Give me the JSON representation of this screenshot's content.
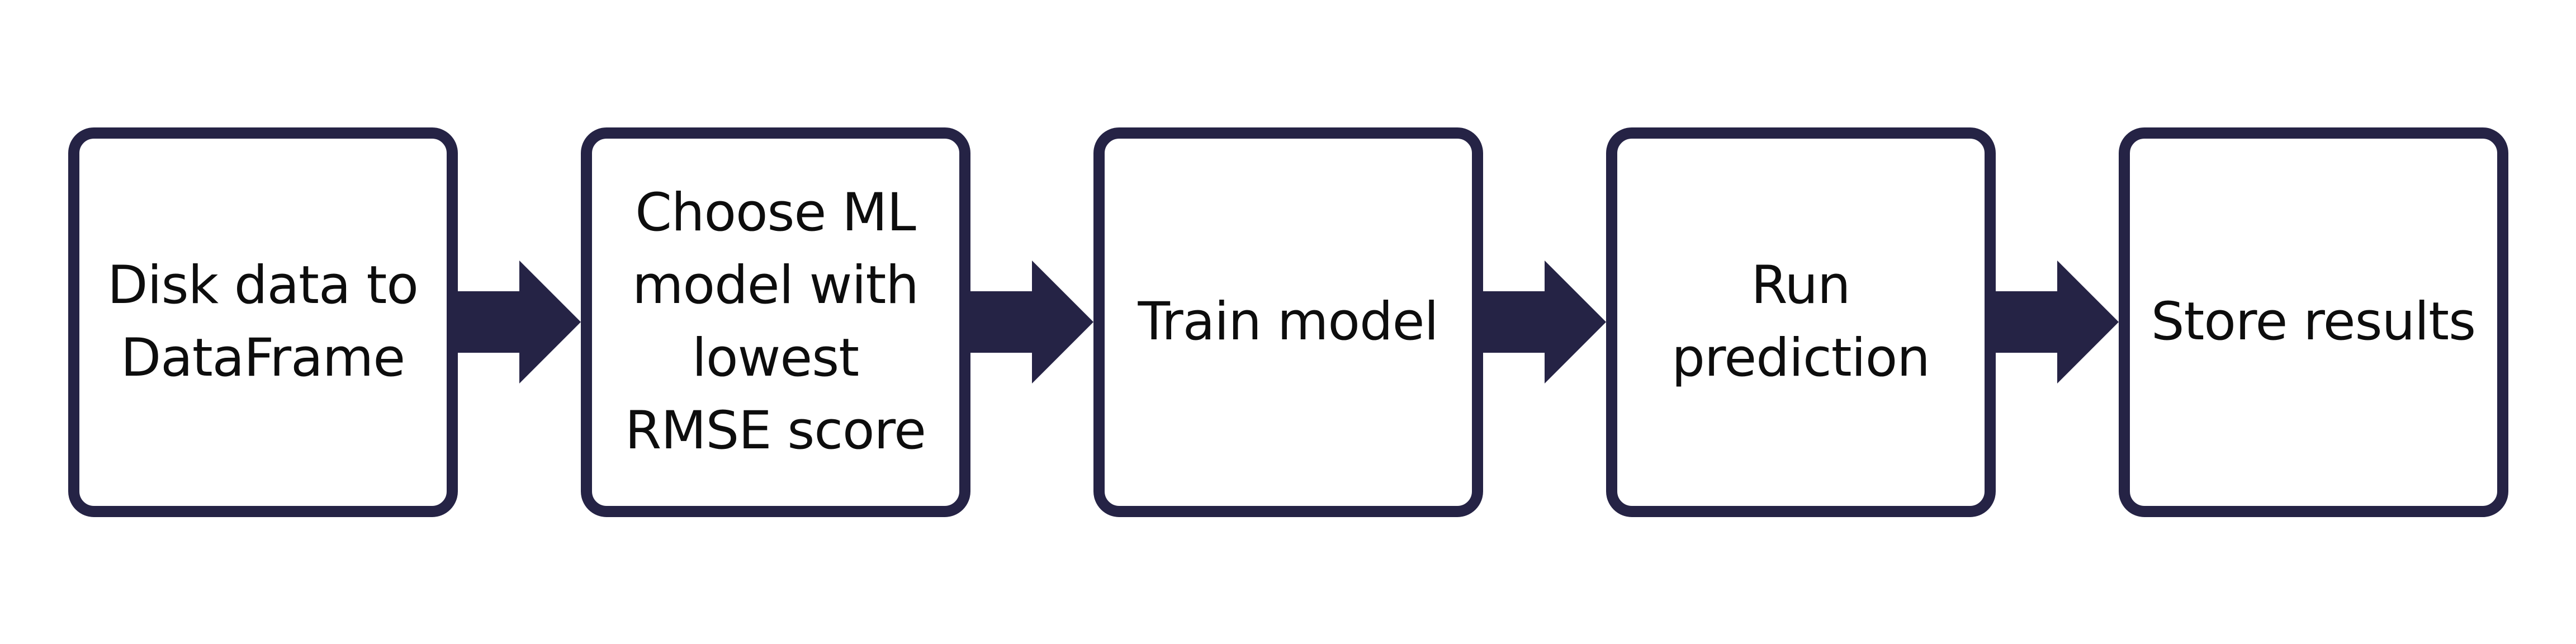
{
  "diagram": {
    "type": "flowchart",
    "direction": "left-to-right",
    "colors": {
      "box_border": "#252345",
      "arrow": "#252345",
      "box_fill": "#ffffff",
      "background": "#ffffff",
      "text": "#0d0d0d"
    },
    "steps": [
      {
        "id": 1,
        "label": "Disk data to DataFrame",
        "lines": [
          "Disk data to",
          "DataFrame"
        ]
      },
      {
        "id": 2,
        "label": "Choose ML model with lowest RMSE score",
        "lines": [
          "Choose ML",
          "model with",
          "lowest",
          "RMSE score"
        ]
      },
      {
        "id": 3,
        "label": "Train model",
        "lines": [
          "Train model"
        ]
      },
      {
        "id": 4,
        "label": "Run prediction",
        "lines": [
          "Run",
          "prediction"
        ]
      },
      {
        "id": 5,
        "label": "Store results",
        "lines": [
          "Store results"
        ]
      }
    ],
    "connector": {
      "shape": "right-arrow",
      "count": 4
    }
  }
}
